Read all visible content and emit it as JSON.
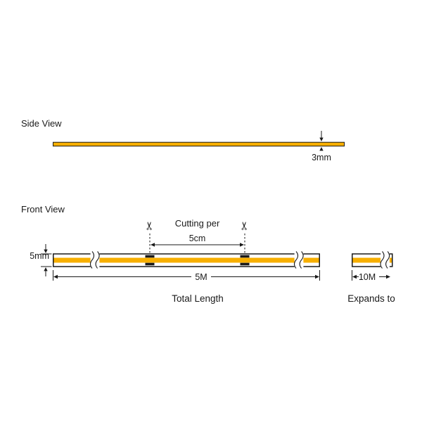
{
  "side_view": {
    "title": "Side View",
    "thickness_label": "3mm"
  },
  "front_view": {
    "title": "Front View",
    "cutting_label": "Cutting per",
    "cut_spacing_label": "5cm",
    "width_label": "5mm",
    "length_label": "5M",
    "total_length_caption": "Total Length",
    "expanded_length_label": "10M",
    "expands_caption": "Expands to"
  },
  "icons": {
    "scissors": "✂"
  },
  "colors": {
    "strip_yellow": "#F7AF00",
    "line_dark": "#1A1A1A",
    "background": "#FFFFFF"
  }
}
